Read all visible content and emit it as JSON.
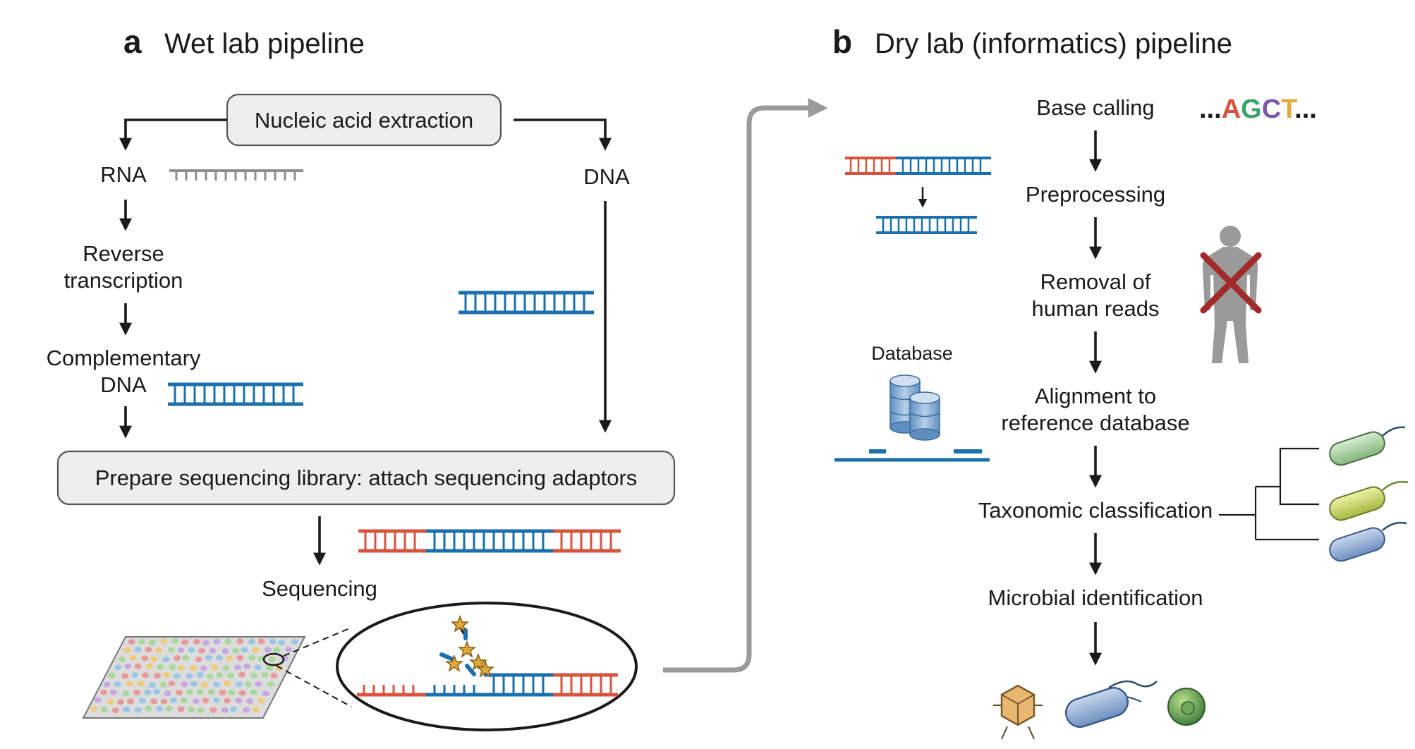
{
  "wet_lab": {
    "letter": "a",
    "title": "Wet lab pipeline",
    "extraction": "Nucleic acid extraction",
    "rna": "RNA",
    "dna": "DNA",
    "reverse_transcription": [
      "Reverse",
      "transcription"
    ],
    "complementary_dna": [
      "Complementary",
      "DNA"
    ],
    "library": "Prepare sequencing library: attach sequencing adaptors",
    "sequencing": "Sequencing"
  },
  "dry_lab": {
    "letter": "b",
    "title": "Dry lab (informatics) pipeline",
    "steps": {
      "base_calling": "Base calling",
      "preprocessing": "Preprocessing",
      "removal": [
        "Removal of",
        "human reads"
      ],
      "alignment": [
        "Alignment to",
        "reference database"
      ],
      "taxonomic": "Taxonomic classification",
      "identification": "Microbial identification"
    },
    "bases_prefix": "...",
    "bases": [
      {
        "ch": "A",
        "color": "#d8533e"
      },
      {
        "ch": "G",
        "color": "#3aa36a"
      },
      {
        "ch": "C",
        "color": "#7a5aa6"
      },
      {
        "ch": "T",
        "color": "#e0a93a"
      }
    ],
    "bases_suffix": "...",
    "database_label": "Database"
  },
  "colors": {
    "dna_blue": "#1a6fad",
    "adaptor_red": "#d8533e",
    "rna_gray": "#8e8e8e",
    "cross_red": "#a32a2a",
    "flow_gray": "#9a9a9a"
  }
}
